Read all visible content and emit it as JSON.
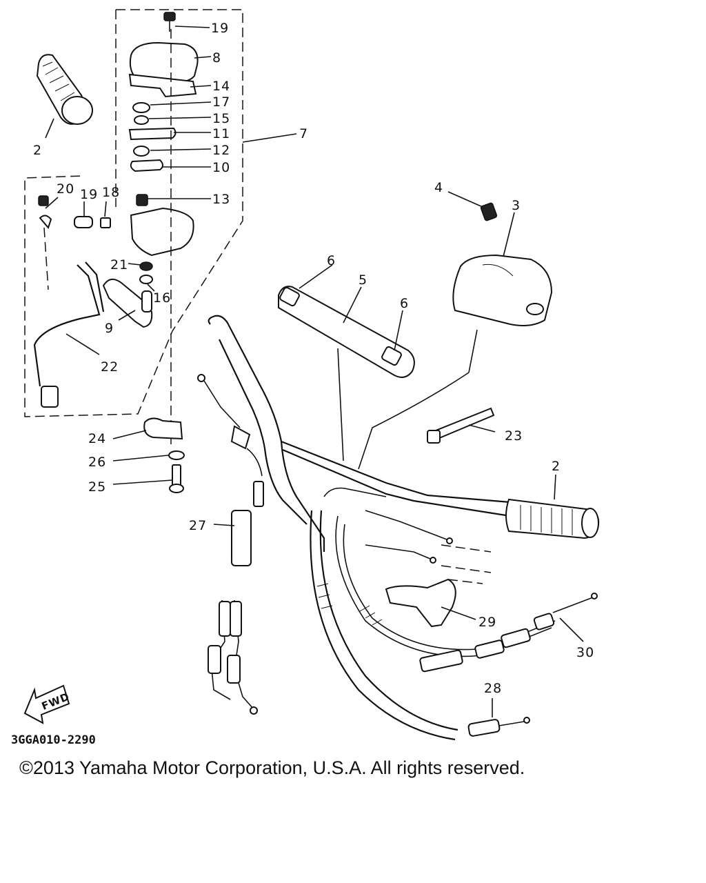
{
  "diagram": {
    "labels": {
      "l19a": "19",
      "l8": "8",
      "l14": "14",
      "l17": "17",
      "l15": "15",
      "l11": "11",
      "l12": "12",
      "l10": "10",
      "l7": "7",
      "l13": "13",
      "l2a": "2",
      "l20": "20",
      "l19b": "19",
      "l18": "18",
      "l21": "21",
      "l16": "16",
      "l9": "9",
      "l22": "22",
      "l4": "4",
      "l3": "3",
      "l6a": "6",
      "l5": "5",
      "l6b": "6",
      "l23": "23",
      "l2b": "2",
      "l24": "24",
      "l26": "26",
      "l25": "25",
      "l27": "27",
      "l29": "29",
      "l30": "30",
      "l28": "28"
    },
    "fwd_label": "FWD",
    "drawing_code": "3GGA010-2290"
  },
  "copyright": "©2013 Yamaha Motor Corporation, U.S.A. All rights reserved."
}
